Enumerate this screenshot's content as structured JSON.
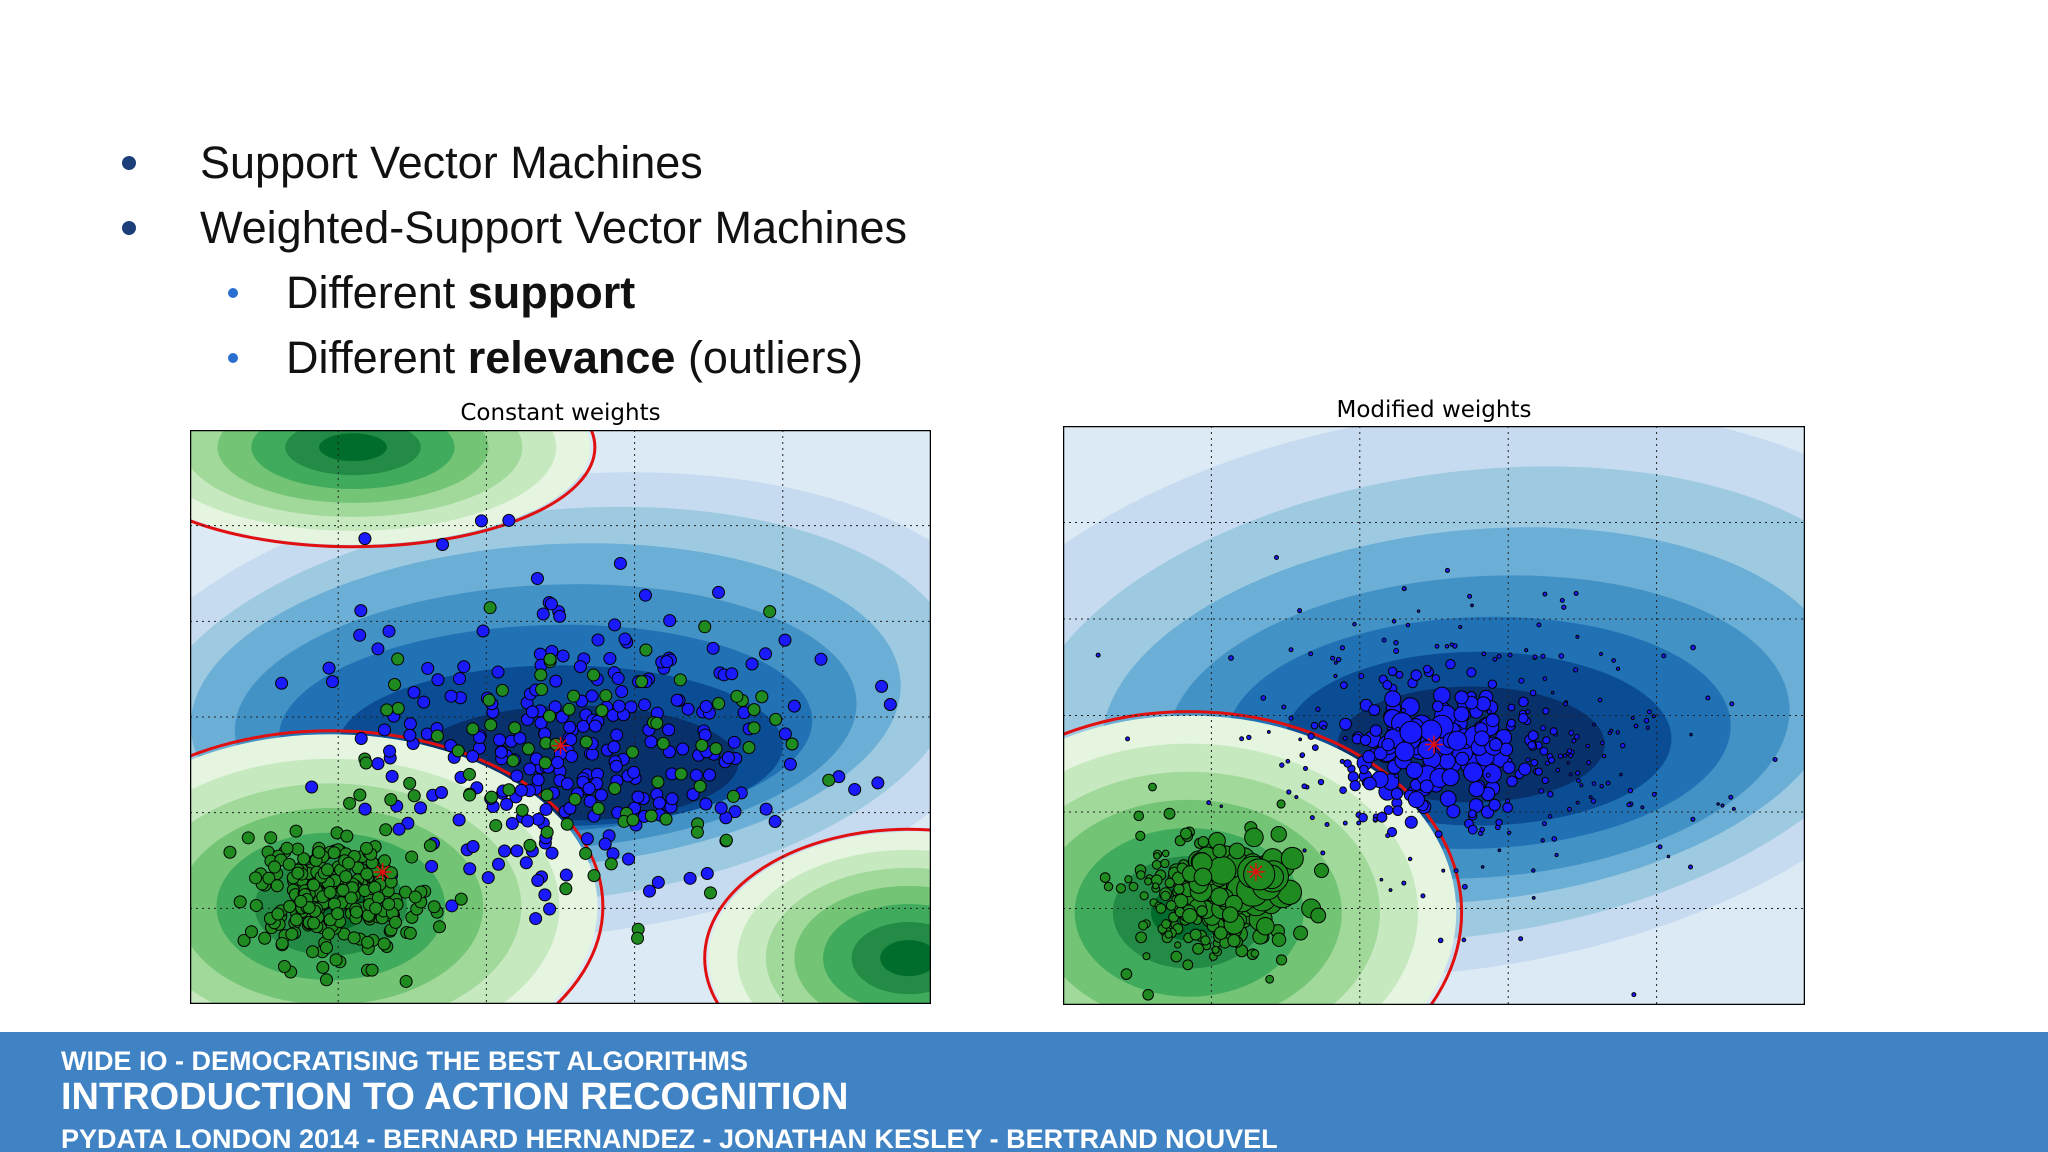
{
  "bullets": [
    {
      "text": "Support Vector Machines"
    },
    {
      "text": "Weighted-Support Vector Machines"
    },
    {
      "pre": "Different ",
      "bold": "support",
      "post": ""
    },
    {
      "pre": "Different ",
      "bold": "relevance",
      "post": " (outliers)"
    }
  ],
  "colors": {
    "footer_bg": "#4083c4",
    "blue_class": "#1a1aff",
    "green_class": "#1f8a1f",
    "decision_boundary": "#e01010",
    "center_marker": "#e01010"
  },
  "chart_data": [
    {
      "type": "scatter",
      "title": "Constant weights",
      "xlabel": "",
      "ylabel": "",
      "grid": true,
      "background": "filled contour of decision function (blue = blue class, green = green class) with red zero-level boundary",
      "series": [
        {
          "color": "blue",
          "cluster_center": [
            0.49,
            0.55
          ],
          "weights": "constant"
        },
        {
          "color": "green",
          "cluster_center": [
            0.21,
            0.19
          ],
          "weights": "constant"
        }
      ]
    },
    {
      "type": "scatter",
      "title": "Modified weights",
      "xlabel": "",
      "ylabel": "",
      "grid": true,
      "background": "filled contour of decision function (blue = blue class, green = green class) with red zero-level boundary",
      "series": [
        {
          "color": "blue",
          "cluster_center": [
            0.5,
            0.55
          ],
          "weights": "proportional to marker size"
        },
        {
          "color": "green",
          "cluster_center": [
            0.26,
            0.23
          ],
          "weights": "proportional to marker size"
        }
      ]
    }
  ],
  "footer": {
    "line1": "WIDE IO - DEMOCRATISING THE BEST ALGORITHMS",
    "line2": "INTRODUCTION TO ACTION RECOGNITION",
    "line3": "PYDATA LONDON 2014   -  BERNARD HERNANDEZ - JONATHAN KESLEY - BERTRAND NOUVEL"
  }
}
